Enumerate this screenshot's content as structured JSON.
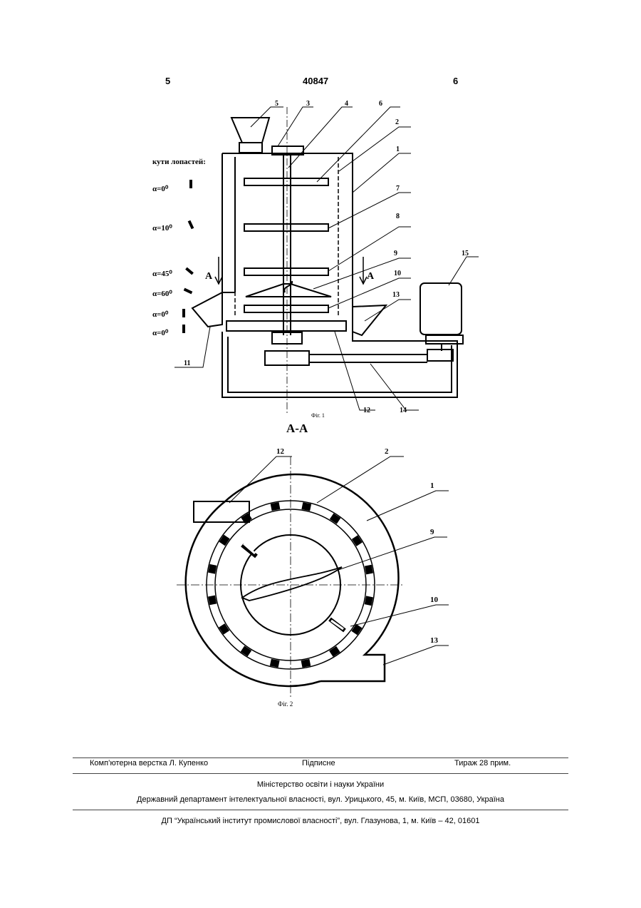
{
  "header": {
    "left_page": "5",
    "patent_number": "40847",
    "right_page": "6"
  },
  "fig1": {
    "caption": "Фіг. 1",
    "angles_heading": "кути лопастей:",
    "angles": [
      "α=0⁰",
      "α=10⁰",
      "α=45⁰",
      "α=60⁰",
      "α=0⁰",
      "α=0⁰"
    ],
    "section_mark": "А",
    "labels": [
      "1",
      "2",
      "3",
      "4",
      "5",
      "6",
      "7",
      "8",
      "9",
      "10",
      "11",
      "12",
      "13",
      "14",
      "15"
    ]
  },
  "fig2": {
    "section_title": "А-А",
    "caption": "Фіг. 2",
    "labels": [
      "12",
      "2",
      "1",
      "9",
      "10",
      "13"
    ]
  },
  "footer": {
    "layout": "Комп’ютерна верстка Л. Купенко",
    "signed": "Підписне",
    "circulation": "Тираж 28 прим.",
    "ministry": "Міністерство освіти і науки України",
    "department": "Державний департамент інтелектуальної власності, вул. Урицького, 45, м. Київ, МСП, 03680, Україна",
    "institute": "ДП “Український інститут промислової власності”, вул. Глазунова, 1, м. Київ – 42, 01601"
  }
}
